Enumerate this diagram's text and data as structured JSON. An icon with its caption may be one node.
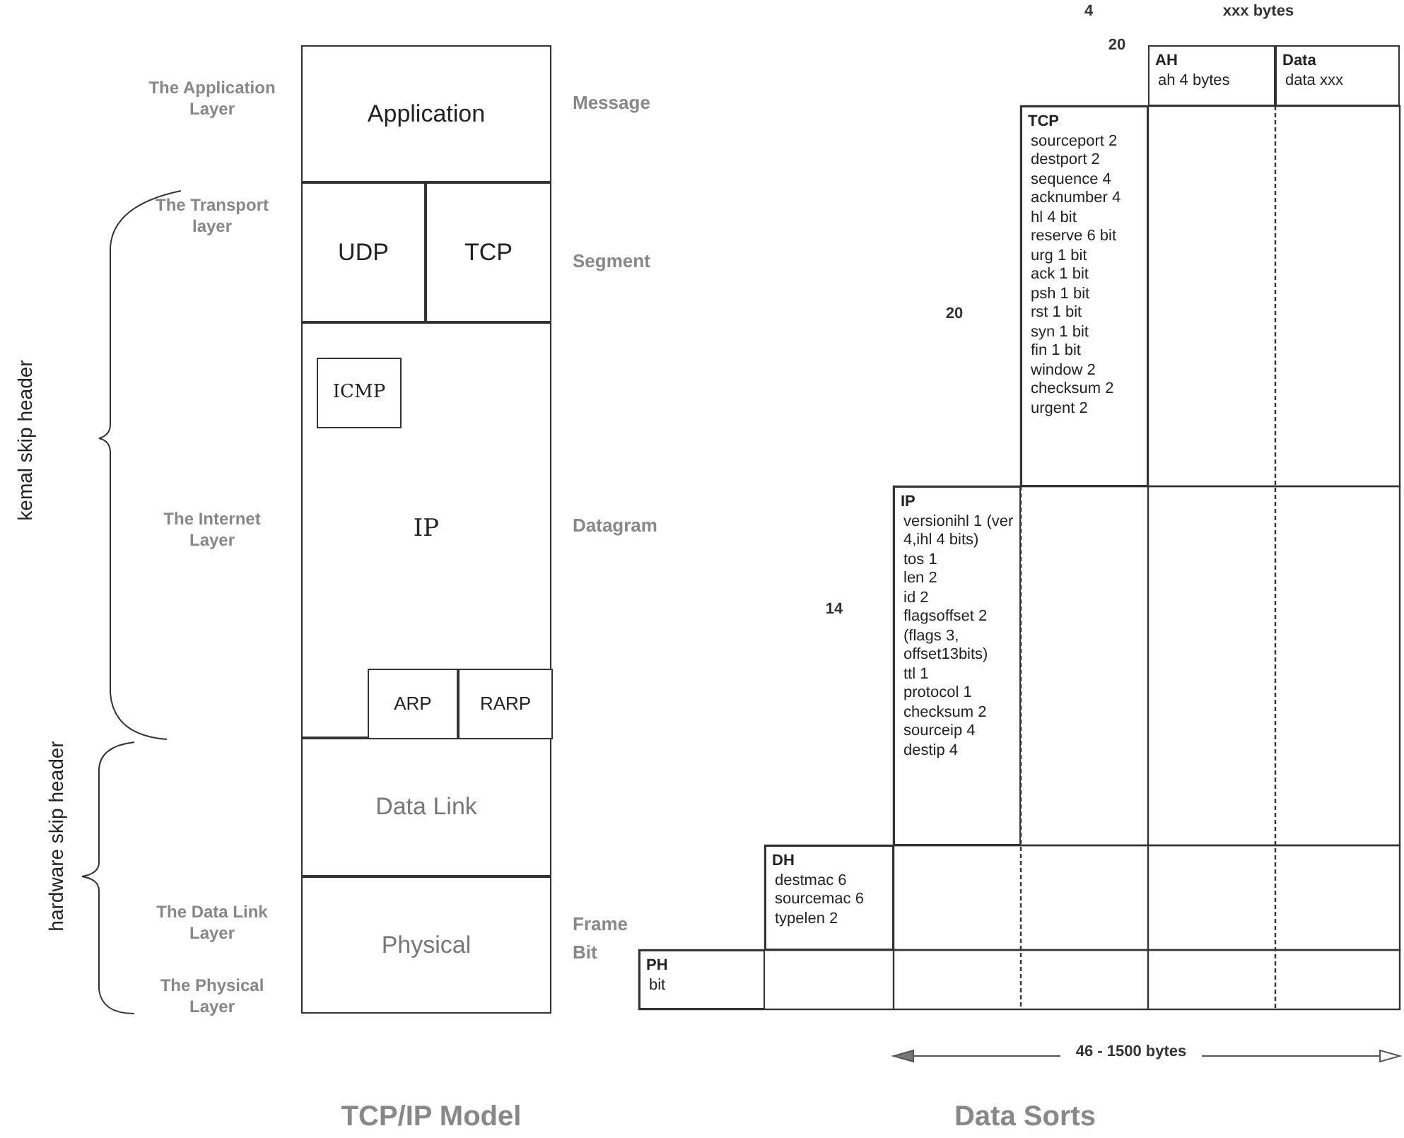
{
  "diagram": {
    "nodes": [
      {
        "text": [
          "Application"
        ]
      },
      {
        "text": [
          "UDP"
        ]
      },
      {
        "text": [
          "TCP"
        ]
      },
      {
        "text": [
          "IP"
        ]
      },
      {
        "text": [
          "ICMP"
        ],
        "in": 3
      },
      {
        "text": [
          "ARP"
        ],
        "in": 3
      },
      {
        "text": [
          "RARP"
        ],
        "in": 3
      },
      {
        "text": [
          "Data Link"
        ]
      },
      {
        "text": [
          "Physical"
        ]
      },
      {
        "text": [
          "AH",
          "ah 4 bytes"
        ]
      },
      {
        "text": [
          "Data",
          "data xxx"
        ]
      },
      {
        "text": [
          "TCP",
          "sourceport 2",
          "destport 2",
          "sequence 4",
          "acknumber 4",
          "hl 4 bit",
          "reserve 6 bit",
          "urg 1 bit",
          "ack 1 bit",
          "psh 1 bit",
          "rst 1 bit",
          "syn 1 bit",
          "fin 1 bit",
          "window 2",
          "checksum 2",
          "urgent 2"
        ]
      },
      {
        "text": [
          "IP",
          "versionihl 1 (ver 4,ihl 4 bits)",
          "tos 1",
          "len 2",
          "id 2",
          "flagsoffset 2 (flags 3, offset13bits)",
          "ttl 1",
          "protocol 1",
          "checksum 2",
          "sourceip 4",
          "destip 4"
        ]
      },
      {
        "text": [
          "DH",
          "destmac 6",
          "sourcemac 6",
          "typelen 2"
        ]
      },
      {
        "text": [
          "PH",
          "bit"
        ]
      }
    ],
    "edges": [],
    "labels": [
      "4",
      "xxx bytes",
      "The Application Layer",
      "Message",
      "20",
      "The Transport layer",
      "Segment",
      "20",
      "kemal skip header",
      "The Internet Layer",
      "Datagram",
      "14",
      "The Data Link Layer",
      "Frame",
      "hardware skip header",
      "The Physical Layer",
      "Bit",
      "46 - 1500 bytes",
      "TCP/IP Model",
      "Data Sorts"
    ]
  }
}
